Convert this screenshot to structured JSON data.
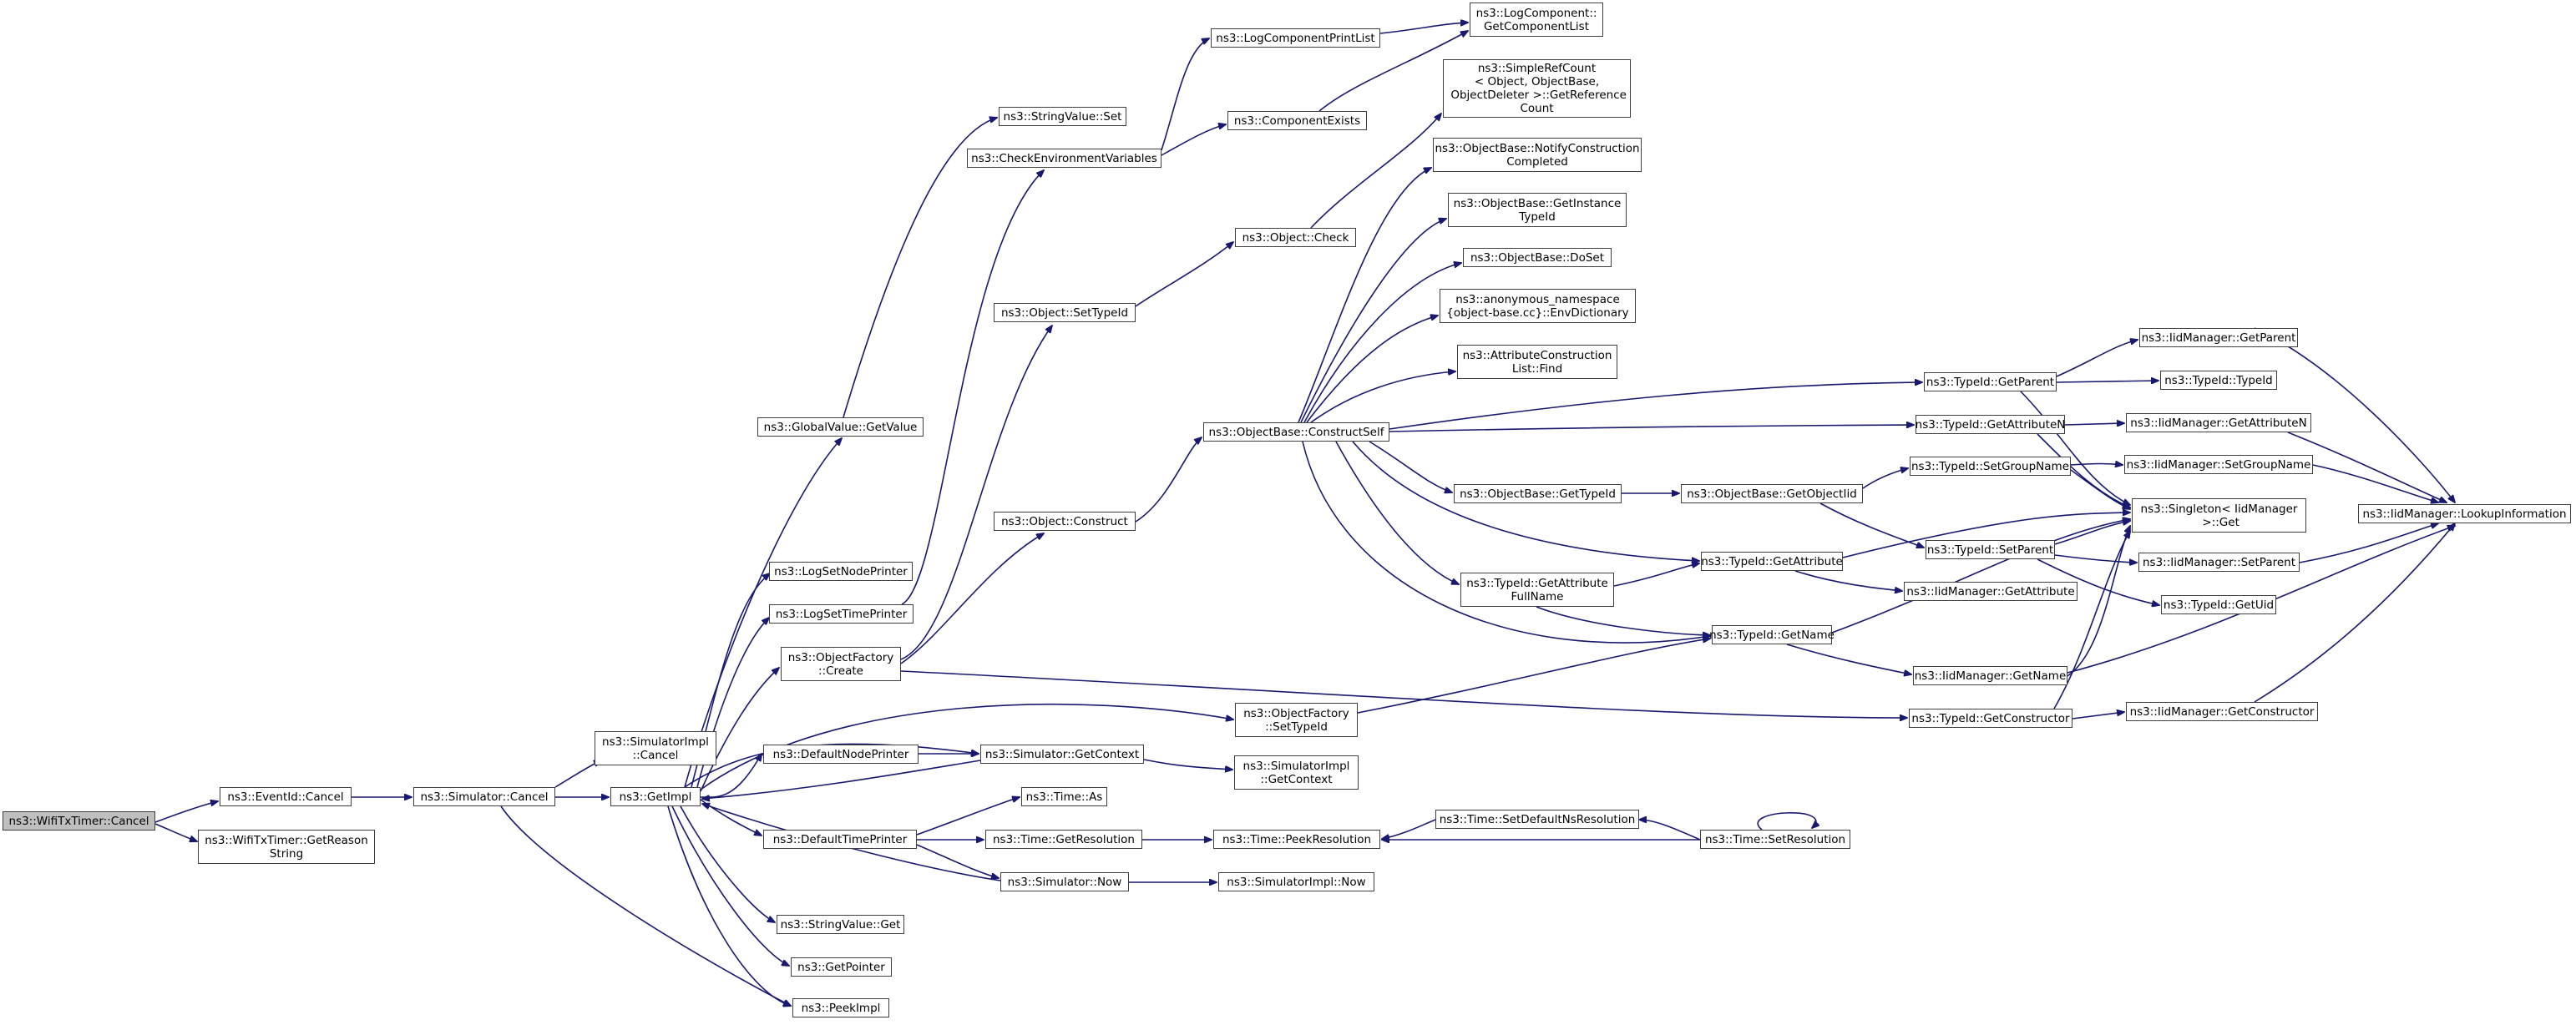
{
  "colors": {
    "edge": "#191970",
    "node_border": "#3f3f3f",
    "root_fill": "#bfbfbf"
  },
  "nodes": {
    "n01": "ns3::WifiTxTimer::Cancel",
    "n02": "ns3::EventId::Cancel",
    "n03": "ns3::WifiTxTimer::GetReason\nString",
    "n04": "ns3::Simulator::Cancel",
    "n05": "ns3::GetImpl",
    "n06": "ns3::SimulatorImpl\n::Cancel",
    "n07": "ns3::GlobalValue::GetValue",
    "n08": "ns3::LogSetNodePrinter",
    "n09": "ns3::LogSetTimePrinter",
    "n10": "ns3::ObjectFactory\n::Create",
    "n11": "ns3::DefaultNodePrinter",
    "n12": "ns3::DefaultTimePrinter",
    "n13": "ns3::StringValue::Get",
    "n14": "ns3::GetPointer",
    "n15": "ns3::PeekImpl",
    "n16": "ns3::StringValue::Set",
    "n17": "ns3::CheckEnvironmentVariables",
    "n18": "ns3::Object::SetTypeId",
    "n19": "ns3::Object::Construct",
    "n20": "ns3::Simulator::GetContext",
    "n21": "ns3::Time::As",
    "n22": "ns3::Time::GetResolution",
    "n23": "ns3::Simulator::Now",
    "n24": "ns3::LogComponentPrintList",
    "n25": "ns3::ComponentExists",
    "n26": "ns3::Object::Check",
    "n27": "ns3::ObjectBase::ConstructSelf",
    "n28": "ns3::ObjectFactory\n::SetTypeId",
    "n29": "ns3::SimulatorImpl\n::GetContext",
    "n30": "ns3::Time::PeekResolution",
    "n31": "ns3::SimulatorImpl::Now",
    "n32": "ns3::LogComponent::\nGetComponentList",
    "n33": "ns3::SimpleRefCount\n< Object, ObjectBase,\n ObjectDeleter >::GetReference\nCount",
    "n34": "ns3::ObjectBase::NotifyConstruction\nCompleted",
    "n35": "ns3::ObjectBase::GetInstance\nTypeId",
    "n36": "ns3::ObjectBase::DoSet",
    "n37": "ns3::anonymous_namespace\n{object-base.cc}::EnvDictionary",
    "n38": "ns3::AttributeConstruction\nList::Find",
    "n39": "ns3::ObjectBase::GetTypeId",
    "n40": "ns3::TypeId::GetAttribute\nFullName",
    "n41": "ns3::Time::SetDefaultNsResolution",
    "n42": "ns3::ObjectBase::GetObjectIid",
    "n43": "ns3::TypeId::GetAttribute",
    "n44": "ns3::TypeId::GetName",
    "n45": "ns3::Time::SetResolution",
    "n46": "ns3::TypeId::GetParent",
    "n47": "ns3::TypeId::GetAttributeN",
    "n48": "ns3::TypeId::SetGroupName",
    "n49": "ns3::TypeId::SetParent",
    "n50": "ns3::IidManager::GetAttribute",
    "n51": "ns3::IidManager::GetName",
    "n52": "ns3::TypeId::GetConstructor",
    "n53": "ns3::Singleton< IidManager\n >::Get",
    "n54": "ns3::IidManager::GetParent",
    "n55": "ns3::TypeId::TypeId",
    "n56": "ns3::IidManager::GetAttributeN",
    "n57": "ns3::IidManager::SetGroupName",
    "n58": "ns3::IidManager::SetParent",
    "n59": "ns3::TypeId::GetUid",
    "n60": "ns3::IidManager::GetConstructor",
    "n61": "ns3::IidManager::LookupInformation"
  }
}
